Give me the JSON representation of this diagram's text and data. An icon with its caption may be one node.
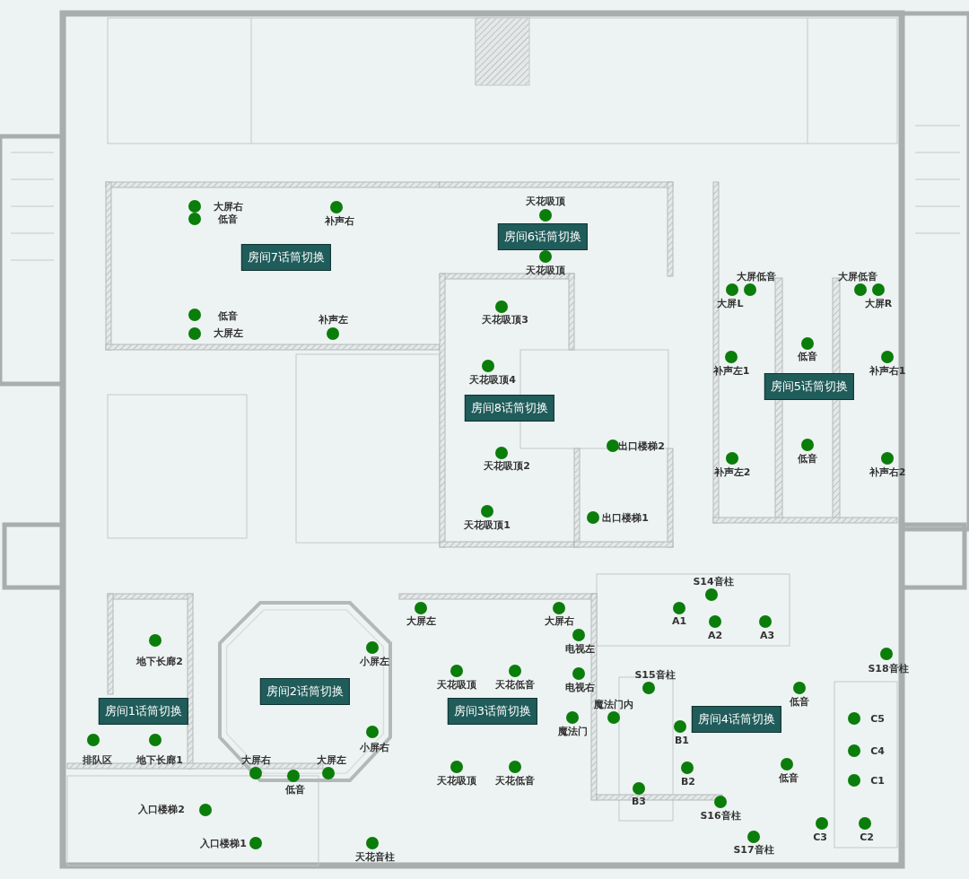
{
  "diagram": {
    "nodes": [
      {
        "text": [
          "房间7话筒切换"
        ]
      },
      {
        "text": [
          "房间6话筒切换"
        ]
      },
      {
        "text": [
          "房间8话筒切换"
        ]
      },
      {
        "text": [
          "房间5话筒切换"
        ]
      },
      {
        "text": [
          "房间1话筒切换"
        ]
      },
      {
        "text": [
          "房间2话筒切换"
        ]
      },
      {
        "text": [
          "房间3话筒切换"
        ]
      },
      {
        "text": [
          "房间4话筒切换"
        ]
      }
    ],
    "labels": [
      "大屏右",
      "低音",
      "补声右",
      "低音",
      "大屏左",
      "补声左",
      "天花吸顶",
      "天花吸顶",
      "大屏低音",
      "大屏L",
      "大屏低音",
      "大屏R",
      "低音",
      "补声左1",
      "补声右1",
      "低音",
      "补声左2",
      "补声右2",
      "天花吸顶3",
      "天花吸顶4",
      "天花吸顶2",
      "出口楼梯2",
      "天花吸顶1",
      "出口楼梯1",
      "地下长廊2",
      "排队区",
      "地下长廊1",
      "入口楼梯2",
      "入口楼梯1",
      "小屏左",
      "小屏右",
      "大屏右",
      "低音",
      "大屏左",
      "天花音柱",
      "大屏左",
      "大屏右",
      "电视左",
      "天花吸顶",
      "天花低音",
      "电视右",
      "魔法门内",
      "魔法门",
      "天花吸顶",
      "天花低音",
      "S14音柱",
      "A1",
      "A2",
      "A3",
      "S18音柱",
      "S15音柱",
      "低音",
      "B1",
      "C5",
      "C4",
      "B2",
      "低音",
      "C1",
      "B3",
      "S16音柱",
      "C3",
      "C2",
      "S17音柱"
    ]
  }
}
